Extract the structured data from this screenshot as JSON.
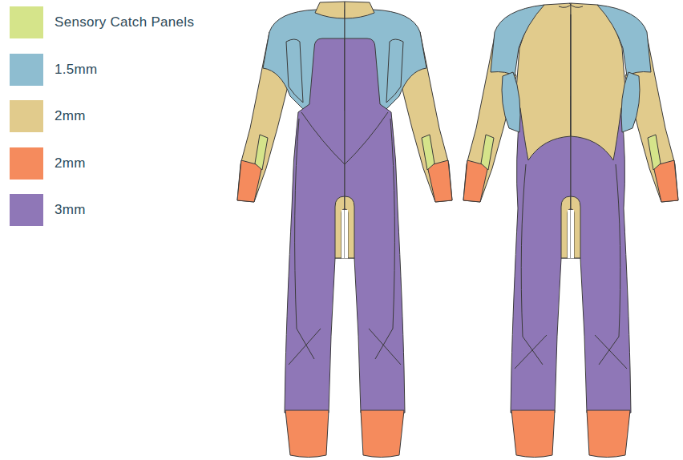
{
  "diagram": {
    "legend": [
      {
        "text": "Sensory Catch Panels",
        "color": "#d5e48a"
      },
      {
        "text": "1.5mm",
        "color": "#8ebdd0"
      },
      {
        "text": "2mm",
        "color": "#e1cb8c"
      },
      {
        "text": "2mm",
        "color": "#f58b5d"
      },
      {
        "text": "3mm",
        "color": "#8f77b7"
      }
    ]
  }
}
